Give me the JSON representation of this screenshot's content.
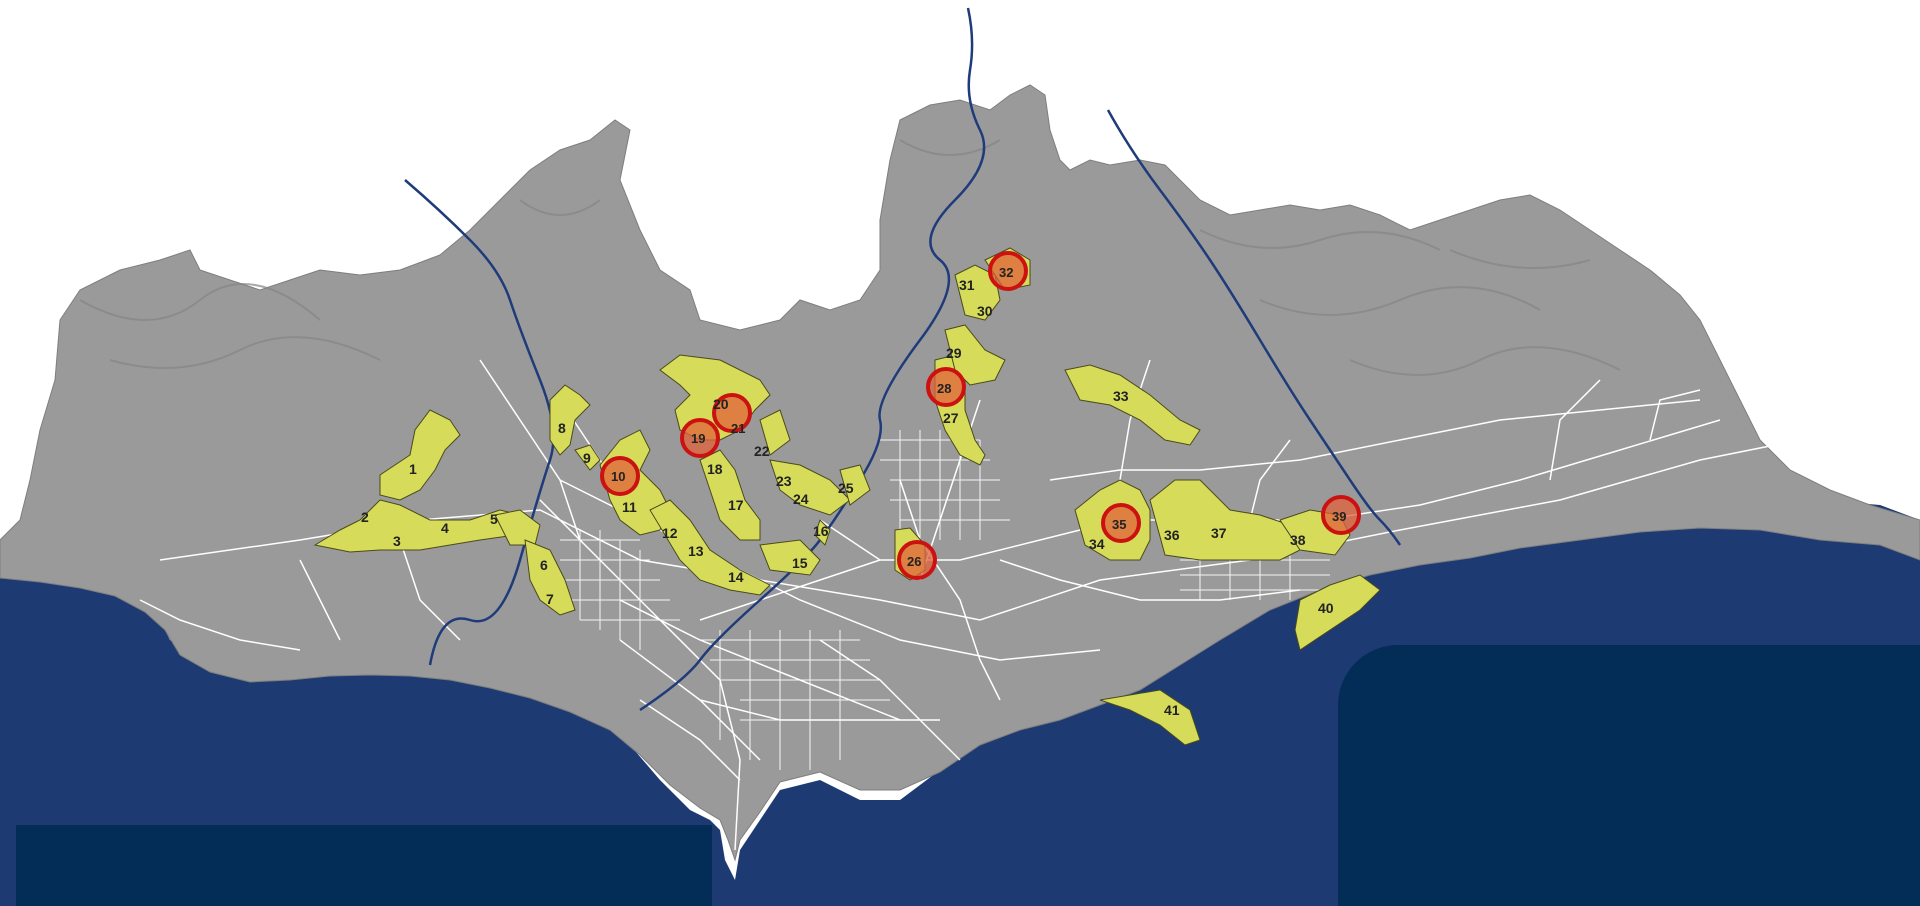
{
  "colors": {
    "sea": "#1e3a73",
    "land": "#9a9a9a",
    "relief": "#8a8a8a",
    "roads": "#ffffff",
    "rivers": "#1f3b7a",
    "zone_fill": "#d6dc5a",
    "marker_ring": "#cc1111",
    "marker_fill": "#e0623a",
    "panel": "#032c57"
  },
  "zones": [
    {
      "id": "1",
      "label": "1"
    },
    {
      "id": "2",
      "label": "2"
    },
    {
      "id": "3",
      "label": "3"
    },
    {
      "id": "4",
      "label": "4"
    },
    {
      "id": "5",
      "label": "5"
    },
    {
      "id": "6",
      "label": "6"
    },
    {
      "id": "7",
      "label": "7"
    },
    {
      "id": "8",
      "label": "8"
    },
    {
      "id": "9",
      "label": "9"
    },
    {
      "id": "10",
      "label": "10"
    },
    {
      "id": "11",
      "label": "11"
    },
    {
      "id": "12",
      "label": "12"
    },
    {
      "id": "13",
      "label": "13"
    },
    {
      "id": "14",
      "label": "14"
    },
    {
      "id": "15",
      "label": "15"
    },
    {
      "id": "16",
      "label": "16"
    },
    {
      "id": "17",
      "label": "17"
    },
    {
      "id": "18",
      "label": "18"
    },
    {
      "id": "19",
      "label": "19"
    },
    {
      "id": "20",
      "label": "20"
    },
    {
      "id": "21",
      "label": "21"
    },
    {
      "id": "22",
      "label": "22"
    },
    {
      "id": "23",
      "label": "23"
    },
    {
      "id": "24",
      "label": "24"
    },
    {
      "id": "25",
      "label": "25"
    },
    {
      "id": "26",
      "label": "26"
    },
    {
      "id": "27",
      "label": "27"
    },
    {
      "id": "28",
      "label": "28"
    },
    {
      "id": "29",
      "label": "29"
    },
    {
      "id": "30",
      "label": "30"
    },
    {
      "id": "31",
      "label": "31"
    },
    {
      "id": "32",
      "label": "32"
    },
    {
      "id": "33",
      "label": "33"
    },
    {
      "id": "34",
      "label": "34"
    },
    {
      "id": "35",
      "label": "35"
    },
    {
      "id": "36",
      "label": "36"
    },
    {
      "id": "37",
      "label": "37"
    },
    {
      "id": "38",
      "label": "38"
    },
    {
      "id": "39",
      "label": "39"
    },
    {
      "id": "40",
      "label": "40"
    },
    {
      "id": "41",
      "label": "41"
    }
  ],
  "highlighted_zones": [
    "10",
    "19",
    "21",
    "26",
    "28",
    "32",
    "35",
    "39"
  ]
}
